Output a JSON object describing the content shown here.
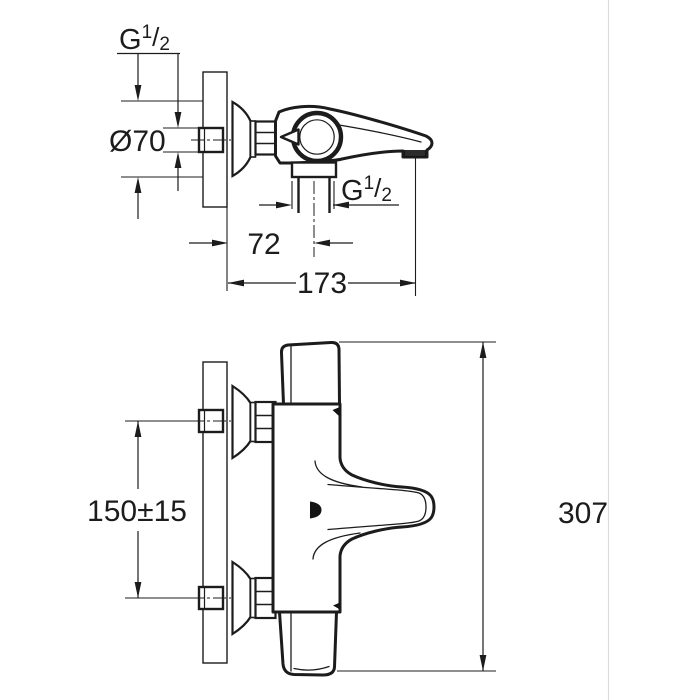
{
  "page": {
    "background": "#ffffff",
    "ink": "#1c1c1c",
    "page_edge_color": "#dcdcdc"
  },
  "dimensions": {
    "wall_thread": {
      "prefix": "G",
      "sup": "1",
      "slash": "/",
      "sub": "2"
    },
    "escutcheon_diameter": "Ø70",
    "outlet_thread": {
      "prefix": "G",
      "sup": "1",
      "slash": "/",
      "sub": "2"
    },
    "spout_offset": "72",
    "spout_reach": "173",
    "connection_distance": "150±15",
    "overall_height": "307"
  }
}
